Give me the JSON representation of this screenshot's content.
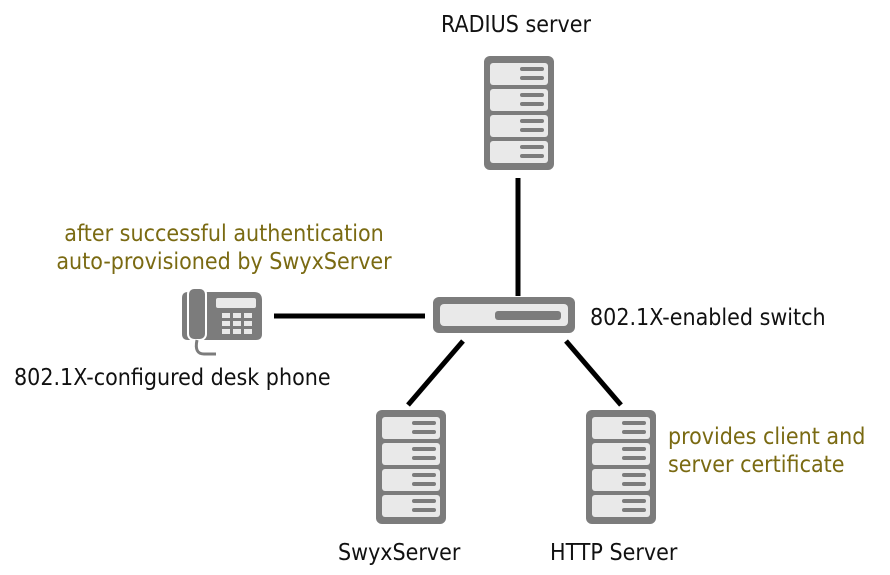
{
  "colors": {
    "device_fill": "#7c7c7c",
    "device_light": "#e9e9e9",
    "line": "#000000",
    "label_text": "#111111",
    "note_text": "#7a6a12"
  },
  "radius_server": {
    "label": "RADIUS server",
    "icon": "server-icon"
  },
  "switch": {
    "label": "802.1X-enabled switch",
    "icon": "switch-icon"
  },
  "desk_phone": {
    "label": "802.1X-configured desk phone",
    "icon": "desk-phone-icon",
    "note_line1": "after successful authentication",
    "note_line2": "auto-provisioned by SwyxServer"
  },
  "swyx_server": {
    "label": "SwyxServer",
    "icon": "server-icon"
  },
  "http_server": {
    "label": "HTTP Server",
    "icon": "server-icon",
    "note_line1": "provides client and",
    "note_line2": "server certificate"
  }
}
